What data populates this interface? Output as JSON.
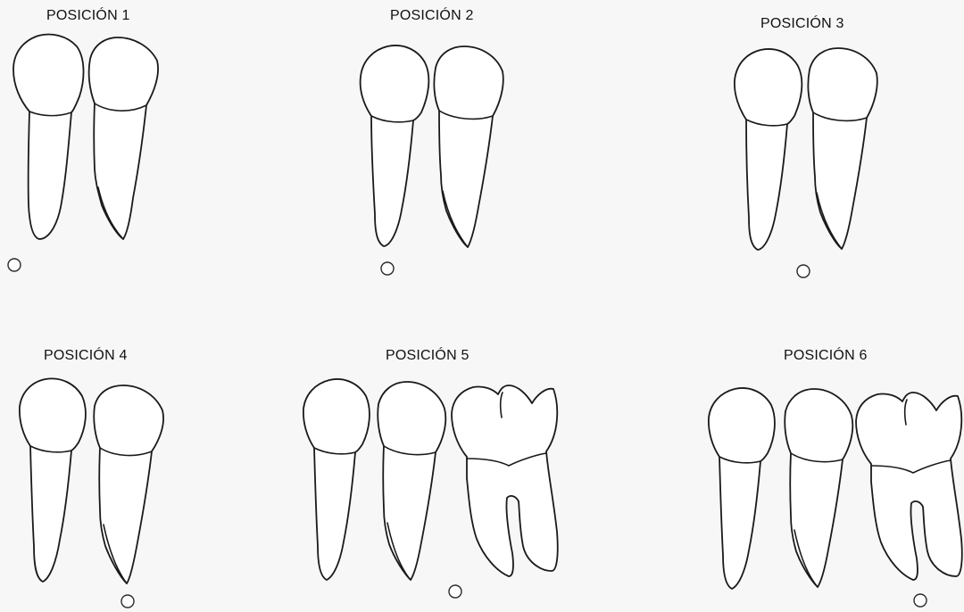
{
  "positions": [
    {
      "title": "POSICIÓN 1",
      "teeth": [
        "premolar",
        "premolar"
      ]
    },
    {
      "title": "POSICIÓN 2",
      "teeth": [
        "premolar",
        "premolar"
      ]
    },
    {
      "title": "POSICIÓN 3",
      "teeth": [
        "premolar",
        "premolar"
      ]
    },
    {
      "title": "POSICIÓN 4",
      "teeth": [
        "premolar",
        "premolar"
      ]
    },
    {
      "title": "POSICIÓN 5",
      "teeth": [
        "premolar",
        "premolar",
        "molar"
      ]
    },
    {
      "title": "POSICIÓN 6",
      "teeth": [
        "premolar",
        "premolar",
        "molar"
      ]
    }
  ]
}
